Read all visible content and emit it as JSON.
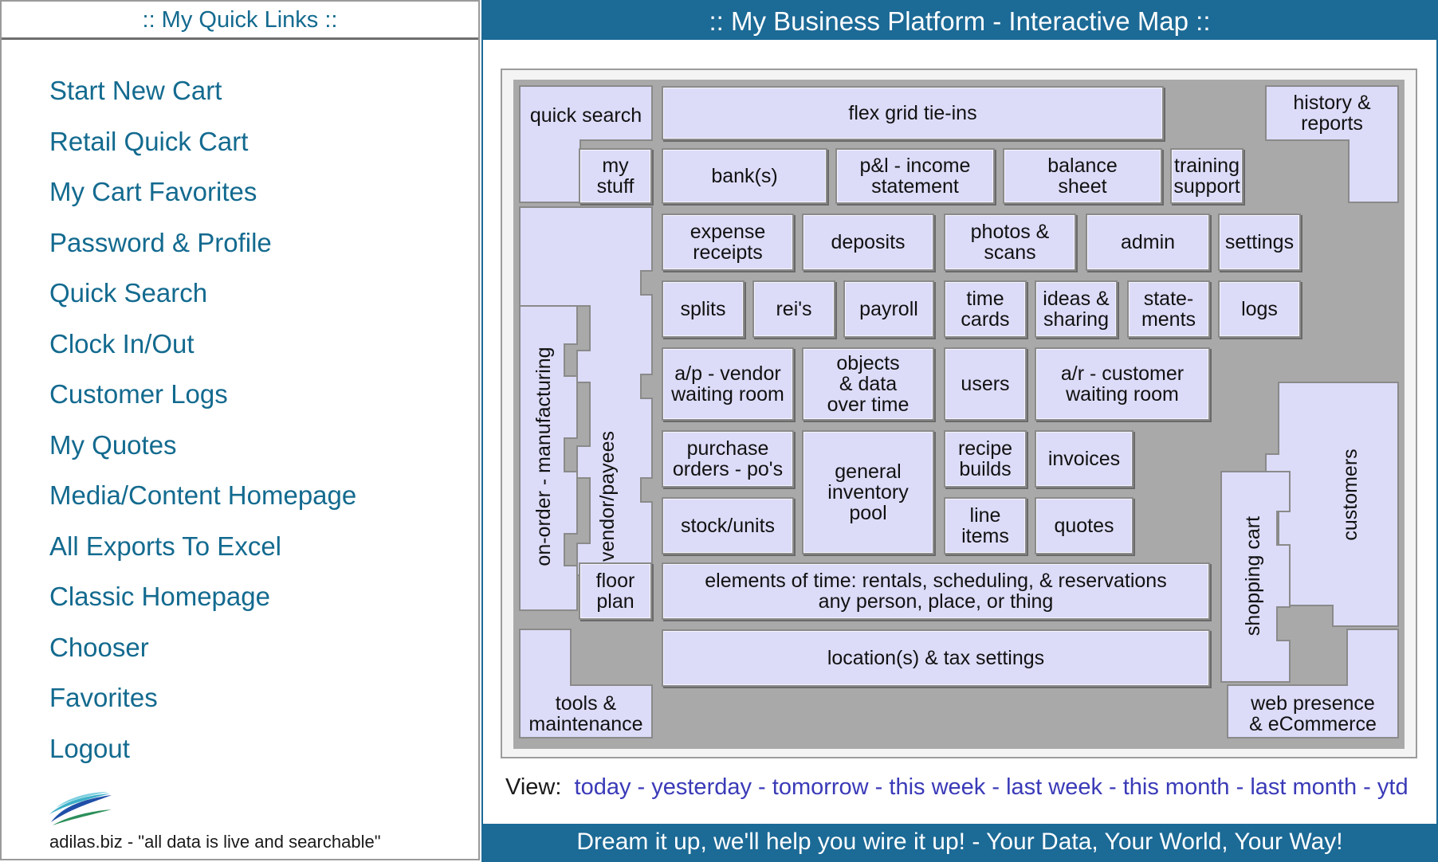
{
  "quick_links": {
    "header": ":: My Quick Links ::",
    "items": [
      "Start New Cart",
      "Retail Quick Cart",
      "My Cart Favorites",
      "Password & Profile",
      "Quick Search",
      "Clock In/Out",
      "Customer Logs",
      "My Quotes",
      "Media/Content Homepage",
      "All Exports To Excel",
      "Classic Homepage",
      "Chooser",
      "Favorites",
      "Logout"
    ],
    "tagline": "adilas.biz - \"all data is live and searchable\""
  },
  "map_panel": {
    "header": ":: My Business Platform - Interactive Map ::",
    "footer": "Dream it up, we'll help you wire it up! - Your Data, Your World, Your Way!",
    "view_label": "View:",
    "view_links": [
      "today",
      "yesterday",
      "tomorrow",
      "this week",
      "last week",
      "this month",
      "last month",
      "ytd"
    ],
    "view_separator": " - "
  },
  "map": {
    "quick_search": "quick search",
    "flex_grid": "flex grid tie-ins",
    "history_reports": "history &\nreports",
    "my_stuff": "my\nstuff",
    "banks": "bank(s)",
    "pl_income": "p&l - income\nstatement",
    "balance_sheet": "balance\nsheet",
    "training_support": "training\nsupport",
    "expense_receipts": "expense\nreceipts",
    "deposits": "deposits",
    "photos_scans": "photos &\nscans",
    "admin": "admin",
    "settings": "settings",
    "splits": "splits",
    "reis": "rei's",
    "payroll": "payroll",
    "time_cards": "time\ncards",
    "ideas_sharing": "ideas &\nsharing",
    "statements": "state-\nments",
    "logs": "logs",
    "ap_vendor": "a/p - vendor\nwaiting room",
    "objects_data": "objects\n& data\nover time",
    "users": "users",
    "ar_customer": "a/r - customer\nwaiting room",
    "purchase_orders": "purchase\norders - po's",
    "general_inventory": "general\ninventory\npool",
    "recipe_builds": "recipe\nbuilds",
    "invoices": "invoices",
    "stock_units": "stock/units",
    "line_items": "line\nitems",
    "quotes": "quotes",
    "elements_of_time": "elements of time: rentals, scheduling, & reservations\nany person, place, or thing",
    "floor_plan": "floor\nplan",
    "tools_maintenance": "tools &\nmaintenance",
    "location_tax": "location(s) & tax settings",
    "web_presence": "web presence\n& eCommerce",
    "on_order_manufacturing": "on-order - manufacturing",
    "vendor_payees": "vendor/payees",
    "customers": "customers",
    "shopping_cart": "shopping cart"
  }
}
